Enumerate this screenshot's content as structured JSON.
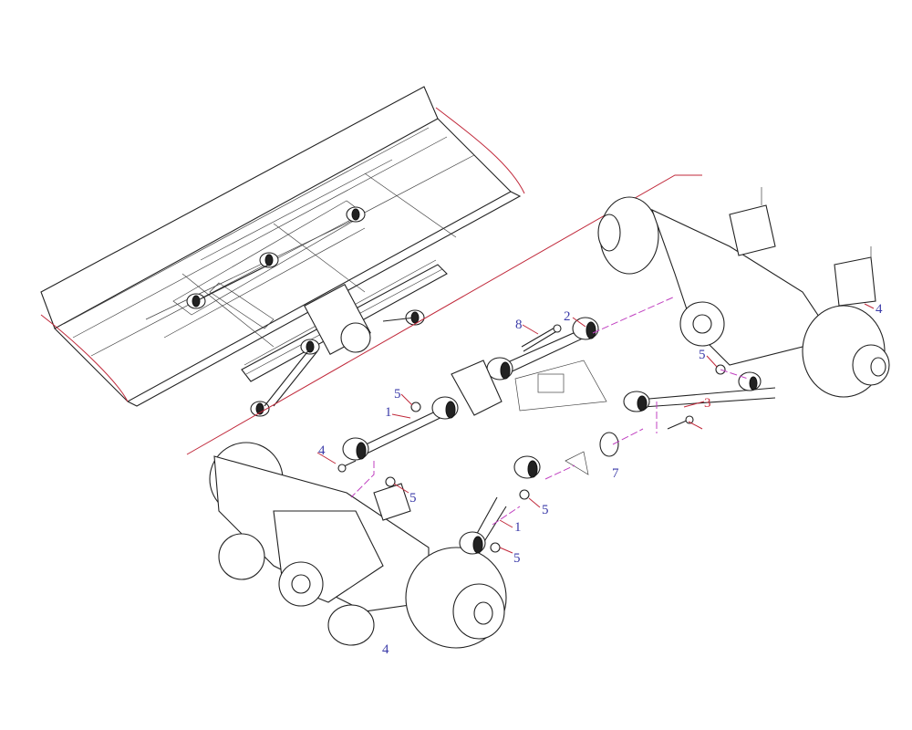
{
  "diagram": {
    "type": "exploded-parts-view",
    "callouts": [
      {
        "id": "c8a",
        "text": "8"
      },
      {
        "id": "c2",
        "text": "2"
      },
      {
        "id": "c5a",
        "text": "5"
      },
      {
        "id": "c4a",
        "text": "4"
      },
      {
        "id": "c3",
        "text": "3"
      },
      {
        "id": "c7",
        "text": "7"
      },
      {
        "id": "c5b",
        "text": "5"
      },
      {
        "id": "c1a",
        "text": "1"
      },
      {
        "id": "c5c",
        "text": "5"
      },
      {
        "id": "c5d",
        "text": "5"
      },
      {
        "id": "c1b",
        "text": "1"
      },
      {
        "id": "c4b",
        "text": "4"
      },
      {
        "id": "c5e",
        "text": "5"
      },
      {
        "id": "c4c",
        "text": "4"
      }
    ],
    "colors": {
      "leader": "#c0283a",
      "label": "#3a3aa8",
      "assembly_line": "#c040c0",
      "line": "#222222"
    }
  }
}
